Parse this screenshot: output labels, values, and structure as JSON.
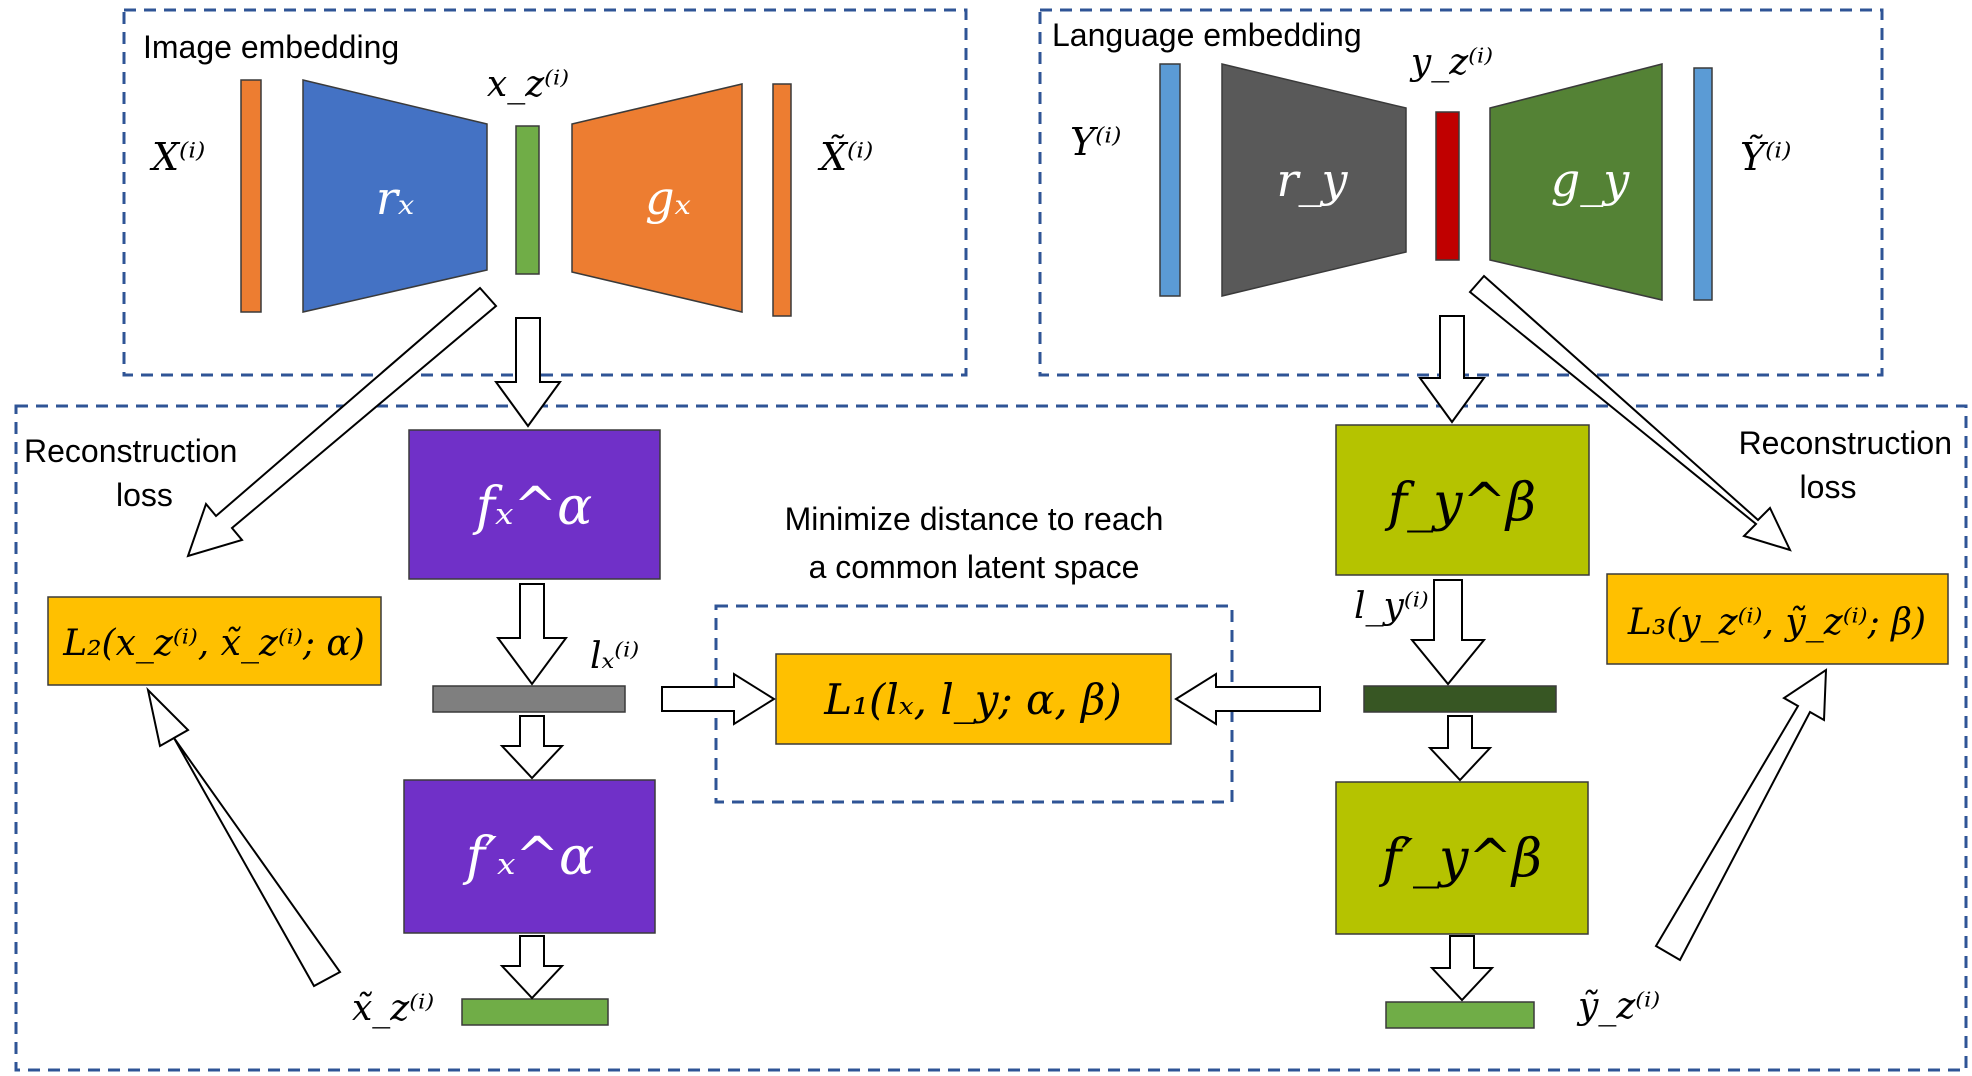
{
  "image_panel": {
    "title": "Image embedding",
    "input_label": "X⁽ⁱ⁾",
    "encoder_label": "rₓ",
    "latent_label": "x_z⁽ⁱ⁾",
    "decoder_label": "gₓ",
    "output_label": "X̃⁽ⁱ⁾"
  },
  "language_panel": {
    "title": "Language embedding",
    "input_label": "Y⁽ⁱ⁾",
    "encoder_label": "r_y",
    "latent_label": "y_z⁽ⁱ⁾",
    "decoder_label": "g_y",
    "output_label": "Ỹ⁽ⁱ⁾"
  },
  "alignment_panel": {
    "left_recon_title": "Reconstruction",
    "left_recon_sub": "loss",
    "right_recon_title": "Reconstruction",
    "right_recon_sub": "loss",
    "center_note_line1": "Minimize distance to reach",
    "center_note_line2": "a common latent space",
    "fx_alpha": "fₓ^α",
    "fx_prime_alpha": "f′ₓ^α",
    "fy_beta": "f_y^β",
    "fy_prime_beta": "f′_y^β",
    "lx_label": "lₓ⁽ⁱ⁾",
    "ly_label": "l_y⁽ⁱ⁾",
    "x_recon_label": "x̃_z⁽ⁱ⁾",
    "y_recon_label": "ỹ_z⁽ⁱ⁾",
    "loss_L1": "L₁(lₓ, l_y; α, β)",
    "loss_L2": "L₂(x_z⁽ⁱ⁾, x̃_z⁽ⁱ⁾; α)",
    "loss_L3": "L₃(y_z⁽ⁱ⁾, ỹ_z⁽ⁱ⁾; β)"
  },
  "colors": {
    "orange": "#ED7D31",
    "blue": "#4472C4",
    "light_blue": "#5B9BD5",
    "green": "#70AD47",
    "dark_green_block": "#548235",
    "dark_gray": "#595959",
    "red": "#C00000",
    "purple": "#7030C8",
    "olive": "#B5C300",
    "gold": "#FFC000",
    "gray_bar": "#7F7F7F",
    "dark_green_bar": "#375623",
    "dashed_border": "#2F5496"
  }
}
